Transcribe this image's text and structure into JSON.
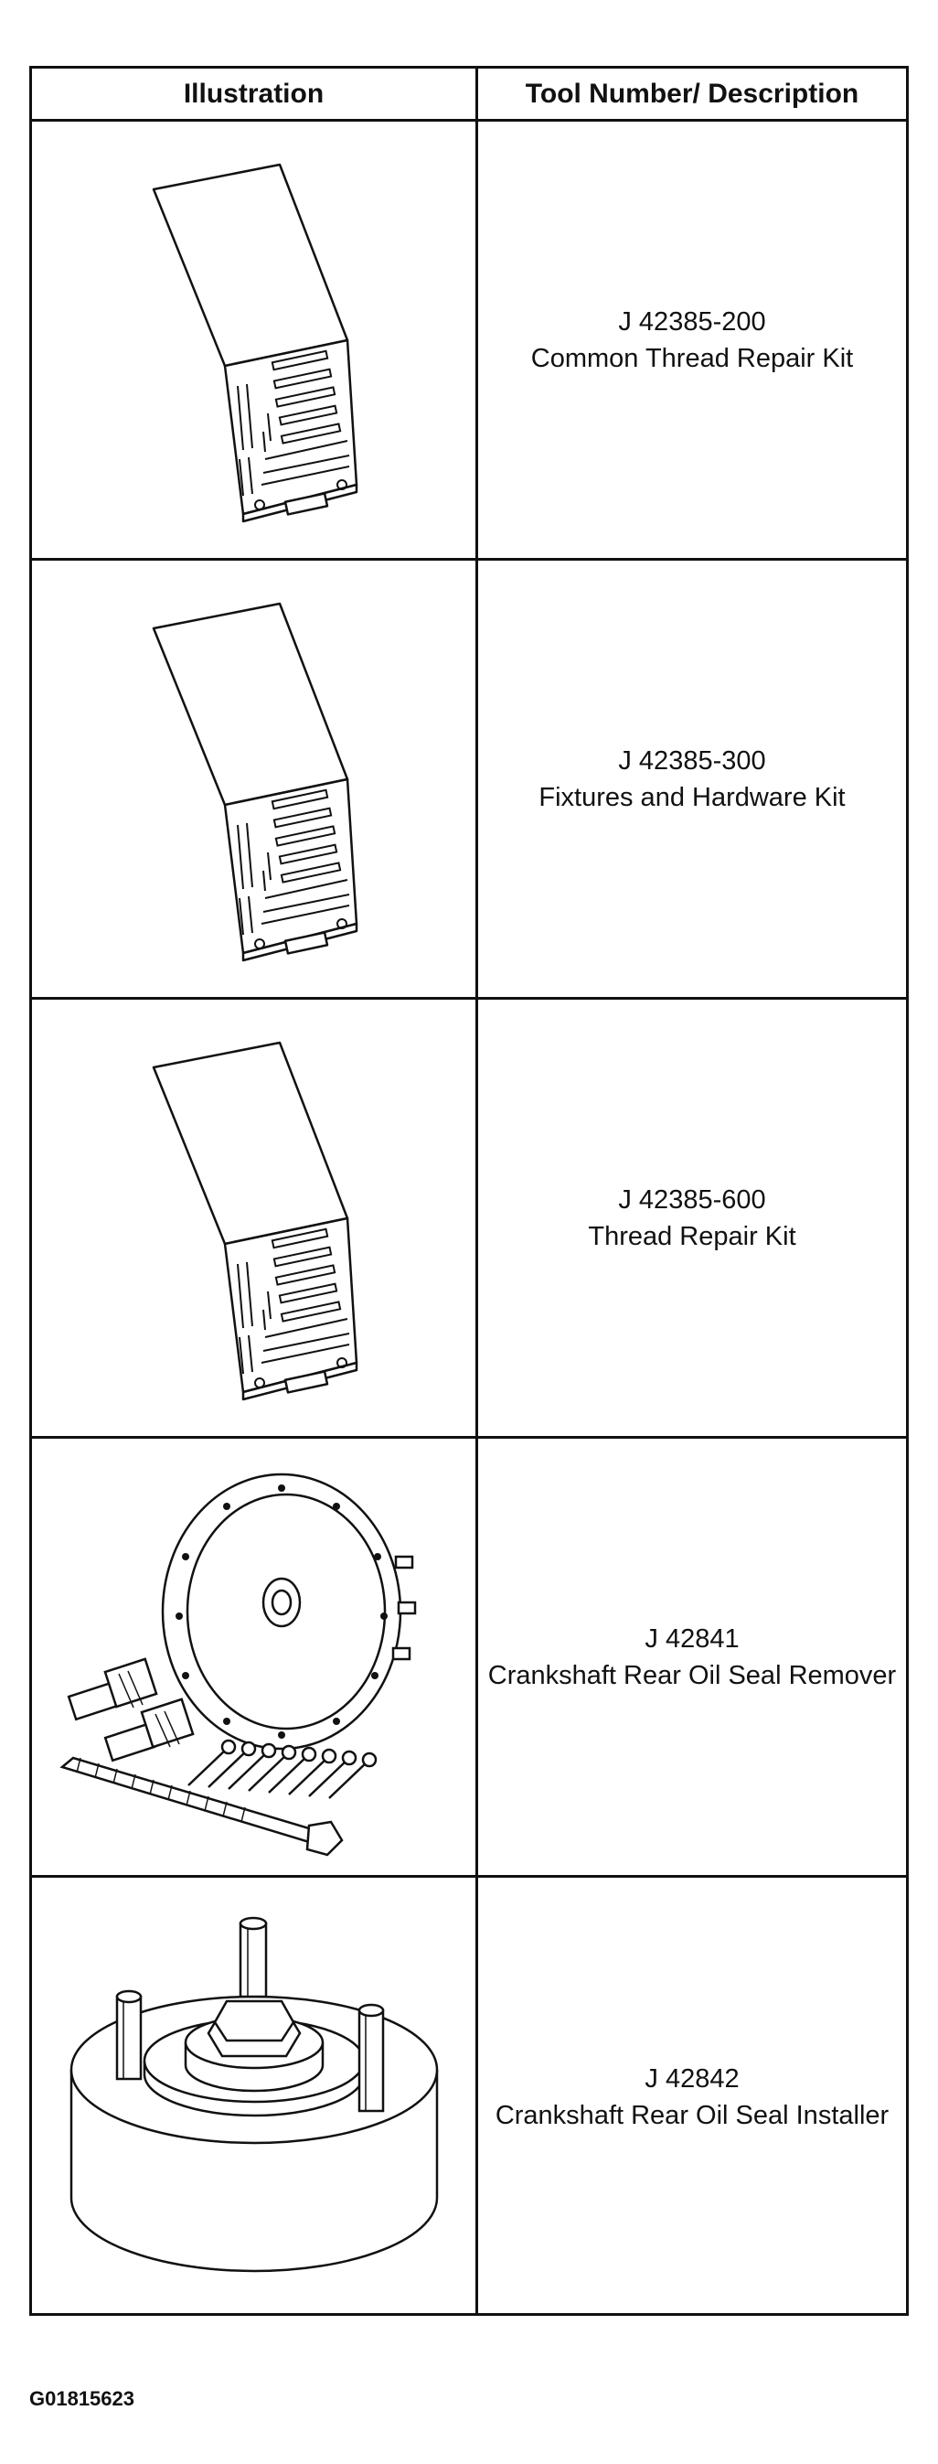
{
  "table": {
    "header": {
      "illustration": "Illustration",
      "description": "Tool Number/ Description"
    },
    "rows": [
      {
        "number": "J 42385-200",
        "description": "Common Thread Repair Kit",
        "illustration_icon": "thread-repair-kit-case-icon"
      },
      {
        "number": "J 42385-300",
        "description": "Fixtures and Hardware Kit",
        "illustration_icon": "hardware-kit-case-icon"
      },
      {
        "number": "J 42385-600",
        "description": "Thread Repair Kit",
        "illustration_icon": "thread-repair-kit-case-icon"
      },
      {
        "number": "J 42841",
        "description": "Crankshaft Rear Oil Seal Remover",
        "illustration_icon": "oil-seal-remover-icon"
      },
      {
        "number": "J 42842",
        "description": "Crankshaft Rear Oil Seal Installer",
        "illustration_icon": "oil-seal-installer-icon"
      }
    ]
  },
  "caption": "G01815623"
}
